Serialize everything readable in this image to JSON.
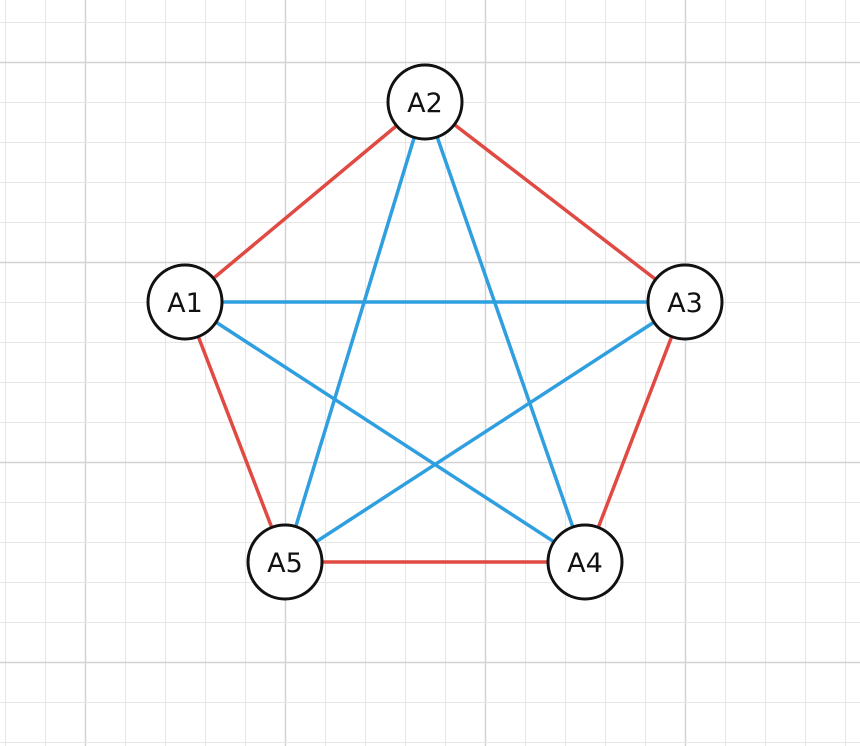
{
  "diagram": {
    "nodes": [
      {
        "id": "A1",
        "label": "A1"
      },
      {
        "id": "A2",
        "label": "A2"
      },
      {
        "id": "A3",
        "label": "A3"
      },
      {
        "id": "A4",
        "label": "A4"
      },
      {
        "id": "A5",
        "label": "A5"
      }
    ],
    "edges": [
      {
        "from": "A1",
        "to": "A2",
        "group": "outer"
      },
      {
        "from": "A2",
        "to": "A3",
        "group": "outer"
      },
      {
        "from": "A3",
        "to": "A4",
        "group": "outer"
      },
      {
        "from": "A4",
        "to": "A5",
        "group": "outer"
      },
      {
        "from": "A5",
        "to": "A1",
        "group": "outer"
      },
      {
        "from": "A1",
        "to": "A3",
        "group": "inner"
      },
      {
        "from": "A1",
        "to": "A4",
        "group": "inner"
      },
      {
        "from": "A2",
        "to": "A4",
        "group": "inner"
      },
      {
        "from": "A2",
        "to": "A5",
        "group": "inner"
      },
      {
        "from": "A3",
        "to": "A5",
        "group": "inner"
      }
    ],
    "colors": {
      "outer_edge": "#e04a43",
      "inner_edge": "#2f9fe0",
      "node_fill": "#ffffff",
      "node_stroke": "#111111",
      "grid_minor": "#e6e6e6",
      "grid_major": "#d2d2d2"
    }
  }
}
